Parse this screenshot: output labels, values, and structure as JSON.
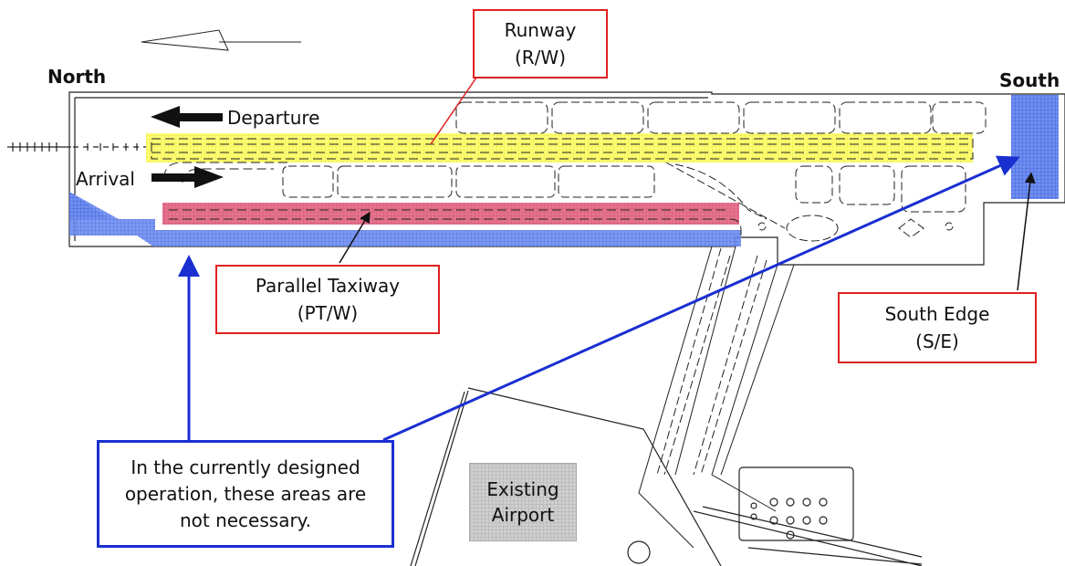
{
  "labels": {
    "north": "North",
    "south": "South",
    "departure": "Departure",
    "arrival": "Arrival"
  },
  "callouts": {
    "runway": {
      "line1": "Runway",
      "line2": "(R/W)"
    },
    "parallel_taxiway": {
      "line1": "Parallel Taxiway",
      "line2": "(PT/W)"
    },
    "south_edge": {
      "line1": "South Edge",
      "line2": "(S/E)"
    },
    "note": {
      "line1": "In the currently designed",
      "line2": "operation, these areas are",
      "line3": "not necessary."
    },
    "existing_airport": {
      "line1": "Existing",
      "line2": "Airport"
    }
  },
  "colors": {
    "runway_highlight": "#ffff66",
    "taxiway_highlight": "#e04a70",
    "unnecessary_area": "#5a78e8",
    "callout_border": "#e02020",
    "note_border": "#1a2fd0"
  }
}
